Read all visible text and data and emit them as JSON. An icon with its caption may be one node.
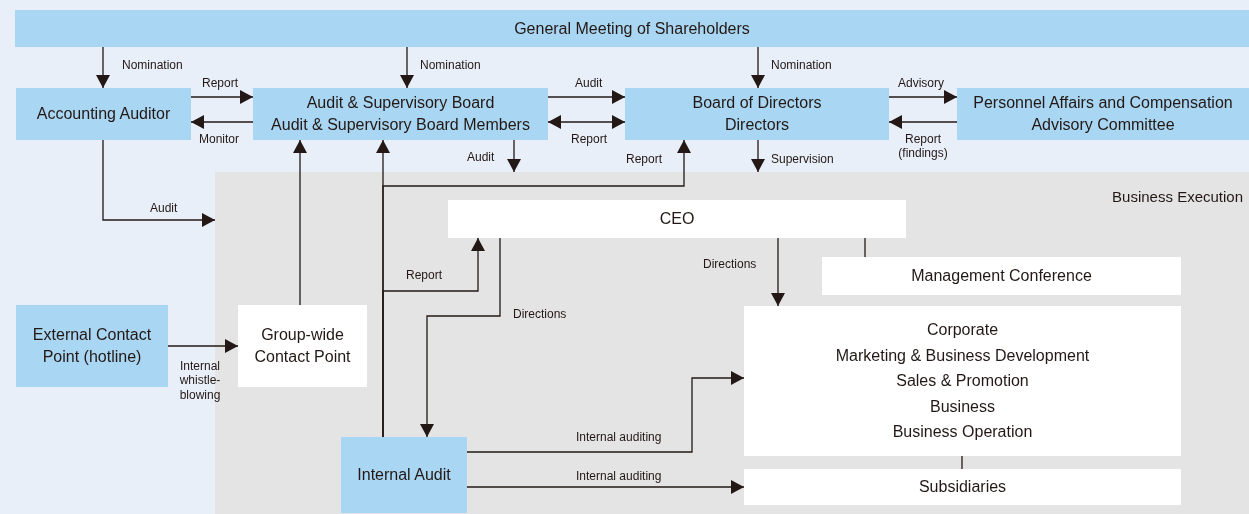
{
  "diagram": {
    "nodes": [
      {
        "text": [
          "General Meeting of Shareholders"
        ]
      },
      {
        "text": [
          "Accounting Auditor"
        ]
      },
      {
        "text": [
          "Audit & Supervisory Board",
          "Audit & Supervisory Board Members"
        ]
      },
      {
        "text": [
          "Board of Directors",
          "Directors"
        ]
      },
      {
        "text": [
          "Personnel Affairs and Compensation Advisory Committee"
        ]
      },
      {
        "text": [
          "Business Execution"
        ]
      },
      {
        "text": [
          "CEO"
        ],
        "in": 5
      },
      {
        "text": [
          "Management Conference"
        ],
        "in": 5
      },
      {
        "text": [
          "Corporate",
          "Marketing & Business Development",
          "Sales & Promotion",
          "Business",
          "Business Operation"
        ],
        "in": 5
      },
      {
        "text": [
          "Subsidiaries"
        ],
        "in": 5
      },
      {
        "text": [
          "External Contact Point (hotline)"
        ]
      },
      {
        "text": [
          "Group-wide Contact Point"
        ],
        "in": 5
      },
      {
        "text": [
          "Internal Audit"
        ],
        "in": 5
      }
    ],
    "edges": [
      {
        "from": 0,
        "to": 1,
        "arrow": "to",
        "label": "Nomination"
      },
      {
        "from": 0,
        "to": 2,
        "arrow": "to",
        "label": "Nomination"
      },
      {
        "from": 0,
        "to": 3,
        "arrow": "to",
        "label": "Nomination"
      },
      {
        "from": 1,
        "to": 2,
        "arrow": "to",
        "label": "Report"
      },
      {
        "from": 2,
        "to": 1,
        "arrow": "to",
        "label": "Monitor"
      },
      {
        "from": 2,
        "to": 3,
        "arrow": "to",
        "label": "Audit"
      },
      {
        "from": 2,
        "to": 3,
        "arrow": "both",
        "label": "Report"
      },
      {
        "from": 3,
        "to": 4,
        "arrow": "to",
        "label": "Advisory"
      },
      {
        "from": 4,
        "to": 3,
        "arrow": "to",
        "label": "Report (findings)"
      },
      {
        "from": 1,
        "to": 5,
        "arrow": "to",
        "label": "Audit"
      },
      {
        "from": 2,
        "to": 5,
        "arrow": "to",
        "label": "Audit"
      },
      {
        "from": 3,
        "to": 5,
        "arrow": "to",
        "label": "Supervision"
      },
      {
        "from": 12,
        "to": 2,
        "arrow": "to"
      },
      {
        "from": 12,
        "to": 3,
        "arrow": "to",
        "label": "Report"
      },
      {
        "from": 12,
        "to": 6,
        "arrow": "to",
        "label": "Report"
      },
      {
        "from": 11,
        "to": 2,
        "arrow": "to"
      },
      {
        "from": 10,
        "to": 11,
        "arrow": "to",
        "label": "Internal whistle-blowing"
      },
      {
        "from": 6,
        "to": 12,
        "arrow": "to",
        "label": "Directions"
      },
      {
        "from": 6,
        "to": 8,
        "arrow": "to",
        "label": "Directions"
      },
      {
        "from": 6,
        "to": 7,
        "arrow": "none"
      },
      {
        "from": 12,
        "to": 8,
        "arrow": "to",
        "label": "Internal auditing"
      },
      {
        "from": 12,
        "to": 9,
        "arrow": "to",
        "label": "Internal auditing"
      },
      {
        "from": 8,
        "to": 9,
        "arrow": "none"
      }
    ]
  }
}
